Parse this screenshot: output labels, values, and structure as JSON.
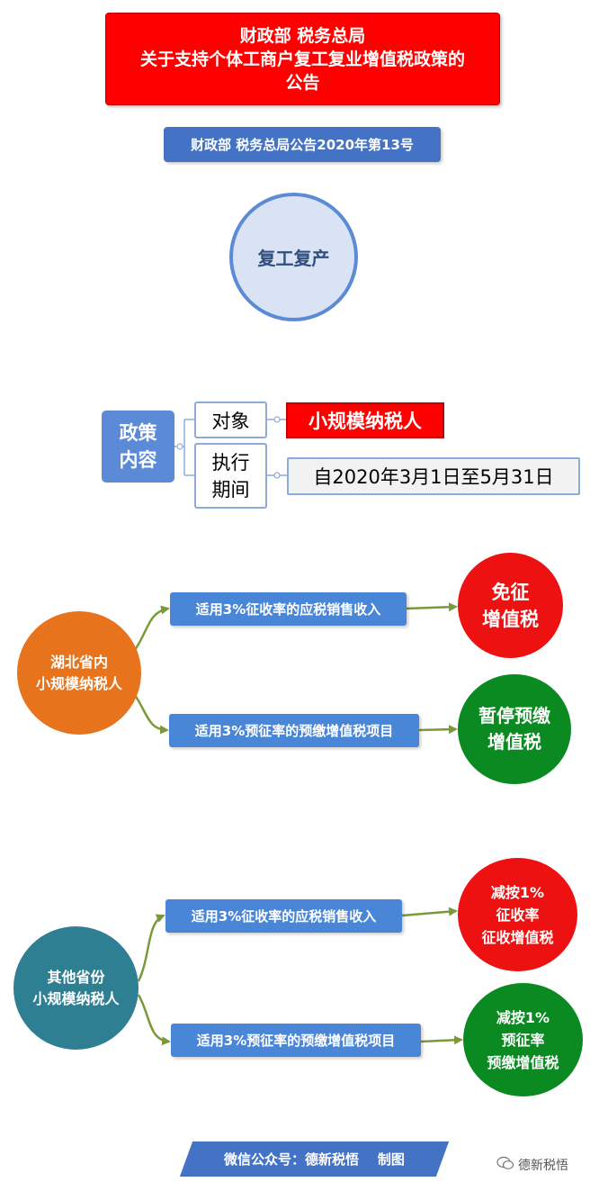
{
  "title_lines": [
    "财政部 税务总局",
    "关于支持个体工商户复工复业增值税政策的",
    "公告"
  ],
  "notice_number": "财政部 税务总局公告2020年第13号",
  "theme": "复工复产",
  "policy": {
    "label_lines": [
      "政策",
      "内容"
    ],
    "target_label": "对象",
    "target_value": "小规模纳税人",
    "period_label_lines": [
      "执行",
      "期间"
    ],
    "period_value": "自2020年3月1日至5月31日"
  },
  "hubei": {
    "lines": [
      "湖北省内",
      "小规模纳税人"
    ],
    "item1": "适用3%征收率的应税销售收入",
    "result1_lines": [
      "免征",
      "增值税"
    ],
    "item2": "适用3%预征率的预缴增值税项目",
    "result2_lines": [
      "暂停预缴",
      "增值税"
    ]
  },
  "other": {
    "lines": [
      "其他省份",
      "小规模纳税人"
    ],
    "item1": "适用3%征收率的应税销售收入",
    "result1_lines": [
      "减按1%",
      "征收率",
      "征收增值税"
    ],
    "item2": "适用3%预征率的预缴增值税项目",
    "result2_lines": [
      "减按1%",
      "预征率",
      "预缴增值税"
    ]
  },
  "footer": "微信公众号：德新税悟    制图",
  "watermark": "德新税悟",
  "colors": {
    "red": "#ff0000",
    "blue": "#4472c4",
    "orange": "#e8731d",
    "teal": "#2f7f93",
    "green": "#0a8a20",
    "arrow": "#7a9a3a"
  }
}
